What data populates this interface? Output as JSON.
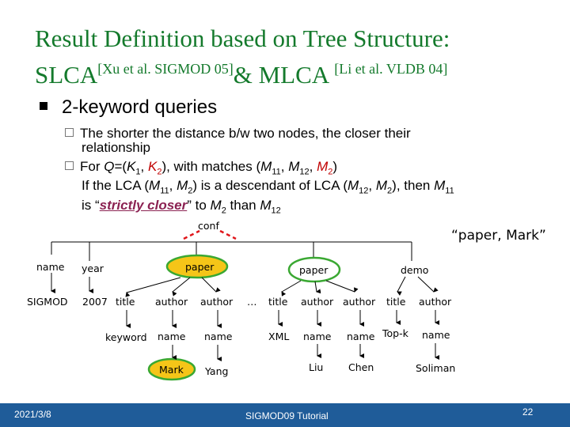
{
  "title": {
    "line1": "Result Definition based on Tree Structure:",
    "slca": "SLCA",
    "slca_ref": "[Xu et al. SIGMOD 05]",
    "amp": "& MLCA ",
    "mlca_ref": "[Li et al. VLDB 04]"
  },
  "bullet": "2-keyword queries",
  "sub1": {
    "line1": "The shorter the distance b/w two nodes, the closer their",
    "line2": "relationship"
  },
  "sub2": {
    "p1": "For ",
    "q": "Q",
    "p2": "=(",
    "k1": "K",
    "k1s": "1",
    "comma": ", ",
    "k2": "K",
    "k2s": "2",
    "p3": "), with matches (",
    "m11": "M",
    "m11s": "11",
    "m12": "M",
    "m12s": "12",
    "m2": "M",
    "m2s": "2",
    "p4": ")",
    "l2a": "If the LCA (",
    "l2b": ") is a descendant of LCA (",
    "l2c": "), then ",
    "l3a": "is “",
    "strictly": "strictly closer",
    "l3b": "” to ",
    "l3c": " than "
  },
  "tree": {
    "conf": "conf",
    "name1": "name",
    "year": "year",
    "paper1": "paper",
    "paper2": "paper",
    "demo": "demo",
    "sigmod": "SIGMOD",
    "y2007": "2007",
    "title1": "title",
    "author1": "author",
    "author2": "author",
    "ellipsis": "…",
    "title2": "title",
    "author3": "author",
    "author4": "author",
    "title3": "title",
    "author5": "author",
    "keyword": "keyword",
    "name2": "name",
    "name3": "name",
    "xml": "XML",
    "name4": "name",
    "name5": "name",
    "topk": "Top-k",
    "name6": "name",
    "mark": "Mark",
    "yang": "Yang",
    "liu": "Liu",
    "chen": "Chen",
    "soliman": "Soliman"
  },
  "quote": "“paper, Mark”",
  "footer": {
    "date": "2021/3/8",
    "center": "SIGMOD09 Tutorial",
    "page": "22"
  },
  "colors": {
    "title": "#147a2c",
    "footer": "#1f5c99",
    "highlight_fill": "#f5c518",
    "highlight_outline": "#3aa832",
    "conf_dash": "#e0161b"
  }
}
